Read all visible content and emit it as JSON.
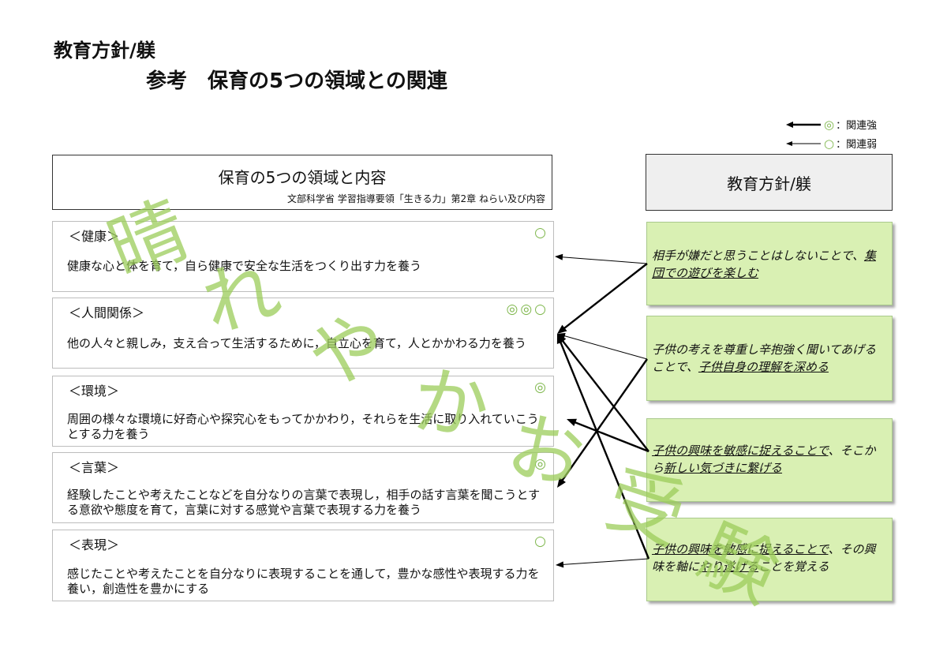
{
  "header": {
    "title": "教育方針/躾",
    "subtitle": "参考　保育の5つの領域との関連"
  },
  "legend": [
    {
      "symbol": "◎",
      "label": "：関連強",
      "strength": "strong"
    },
    {
      "symbol": "○",
      "label": "：関連弱",
      "strength": "weak"
    }
  ],
  "left_header": {
    "title": "保育の5つの領域と内容",
    "source": "文部科学省 学習指導要領「生きる力」第2章 ねらい及び内容"
  },
  "right_header": {
    "title": "教育方針/躾"
  },
  "domains": [
    {
      "name": "＜健康＞",
      "marks": "○",
      "desc": "健康な心と体を育て，自ら健康で安全な生活をつくり出す力を養う"
    },
    {
      "name": "＜人間関係＞",
      "marks": "◎◎○",
      "desc": "他の人々と親しみ，支え合って生活するために，自立心を育て，人とかかわる力を養う"
    },
    {
      "name": "＜環境＞",
      "marks": "◎",
      "desc": "周囲の様々な環境に好奇心や探究心をもってかかわり，それらを生活に取り入れていこうとする力を養う"
    },
    {
      "name": "＜言葉＞",
      "marks": "◎",
      "desc": "経験したことや考えたことなどを自分なりの言葉で表現し，相手の話す言葉を聞こうとする意欲や態度を育て，言葉に対する感覚や言葉で表現する力を養う"
    },
    {
      "name": "＜表現＞",
      "marks": "○",
      "desc": "感じたことや考えたことを自分なりに表現することを通して，豊かな感性や表現する力を養い，創造性を豊かにする"
    }
  ],
  "policies": [
    {
      "parts": [
        {
          "text": "相手が嫌だと思うことはしないことで、",
          "u": false
        },
        {
          "text": "集団での遊びを楽しむ",
          "u": true
        }
      ]
    },
    {
      "parts": [
        {
          "text": "子供の考えを尊重し辛抱強く聞いてあげることで、",
          "u": false
        },
        {
          "text": "子供自身の理解を深める",
          "u": true
        }
      ]
    },
    {
      "parts": [
        {
          "text": "子供の興味を敏感に捉えることで",
          "u": true
        },
        {
          "text": "、そこから",
          "u": false
        },
        {
          "text": "新しい気づきに繋げる",
          "u": true
        }
      ]
    },
    {
      "parts": [
        {
          "text": "子供の興味を敏感に捉えることで",
          "u": true
        },
        {
          "text": "、その興味を軸に",
          "u": false
        },
        {
          "text": "やり遂げる",
          "u": true
        },
        {
          "text": "ことを覚える",
          "u": false
        }
      ]
    }
  ],
  "connections": [
    {
      "from_policy": 0,
      "to_domain": 0,
      "strength": "weak"
    },
    {
      "from_policy": 0,
      "to_domain": 1,
      "strength": "strong"
    },
    {
      "from_policy": 1,
      "to_domain": 1,
      "strength": "weak"
    },
    {
      "from_policy": 1,
      "to_domain": 3,
      "strength": "strong"
    },
    {
      "from_policy": 2,
      "to_domain": 1,
      "strength": "strong"
    },
    {
      "from_policy": 2,
      "to_domain": 2,
      "strength": "strong"
    },
    {
      "from_policy": 3,
      "to_domain": 1,
      "strength": "strong"
    },
    {
      "from_policy": 3,
      "to_domain": 4,
      "strength": "weak"
    }
  ],
  "watermark": {
    "text": "晴れやかお受験",
    "color": "#9bcc5a"
  }
}
